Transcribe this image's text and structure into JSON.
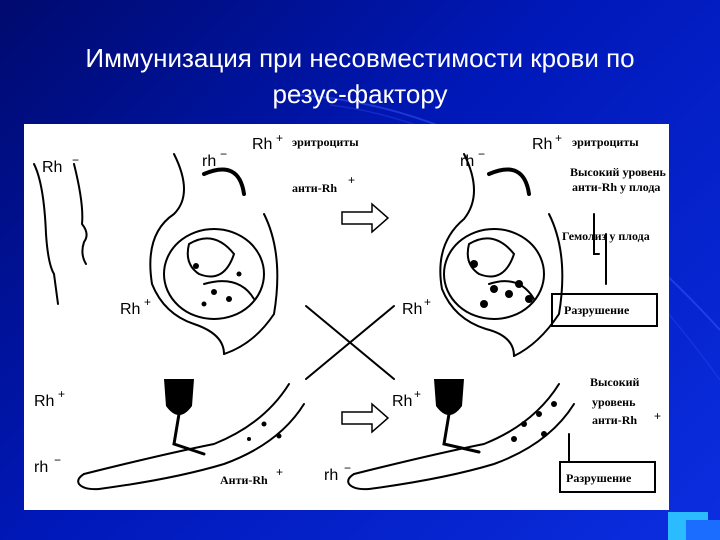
{
  "slide": {
    "title_line1": "Иммунизация при несовместимости крови по",
    "title_line2": "резус-фактору"
  },
  "diagram": {
    "rh_neg_woman": "Rh",
    "rh_pos_top_left": "Rh",
    "rh_pos_erythrocytes_left": "Rh",
    "erythrocytes_left": "эритроциты",
    "anti_rh_left": "анти-Rh",
    "rh_pos_erythrocytes_right": "Rh",
    "erythrocytes_right": "эритроциты",
    "high_level_line1": "Высокий уровень",
    "high_level_line2": "анти-Rh у плода",
    "hemolysis": "Гемолиз у плода",
    "destruction_top": "Разрушение",
    "rh_neg_fetus_left": "rh",
    "rh_pos_fetus_left": "Rh",
    "rh_neg_fetus_right": "rh",
    "rh_pos_fetus_right": "Rh",
    "rh_pos_transfusion_left": "Rh",
    "rh_neg_arm_left": "rh",
    "anti_rh_bottom": "Анти-Rh",
    "rh_pos_bottom_right": "Rh",
    "rh_neg_bottom_mid": "rh",
    "high_bottom_line1": "Высокий",
    "high_bottom_line2": "уровень",
    "high_bottom_line3": "анти-Rh",
    "destruction_bottom": "Разрушение",
    "plus": "+",
    "minus": "−"
  },
  "colors": {
    "background": "#0018b8",
    "title": "#ffffff",
    "panel": "#ffffff",
    "ink": "#000000"
  }
}
